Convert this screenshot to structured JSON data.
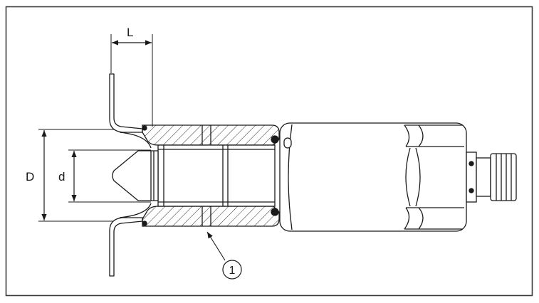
{
  "diagram": {
    "dimension_labels": {
      "length": "L",
      "outer_diameter": "D",
      "inner_diameter": "d"
    },
    "callouts": [
      {
        "number": "1"
      }
    ],
    "colors": {
      "line": "#1a1a1a",
      "frame": "#3a3a3a",
      "background": "#ffffff"
    }
  }
}
